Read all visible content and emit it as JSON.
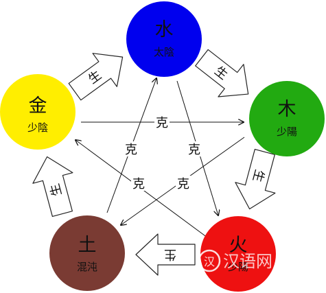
{
  "elements": {
    "water": {
      "name": "水",
      "sub": "太陰",
      "color": "#0000ee"
    },
    "wood": {
      "name": "木",
      "sub": "少陽",
      "color": "#22aa11"
    },
    "fire": {
      "name": "火",
      "sub": "少陽",
      "color": "#ee1111"
    },
    "earth": {
      "name": "土",
      "sub": "混沌",
      "color": "#7a3b33"
    },
    "metal": {
      "name": "金",
      "sub": "少陰",
      "color": "#ffee00"
    }
  },
  "generating_label": "生",
  "controlling_label": "克",
  "watermark": {
    "text": "汉语网",
    "logo": "汉"
  }
}
